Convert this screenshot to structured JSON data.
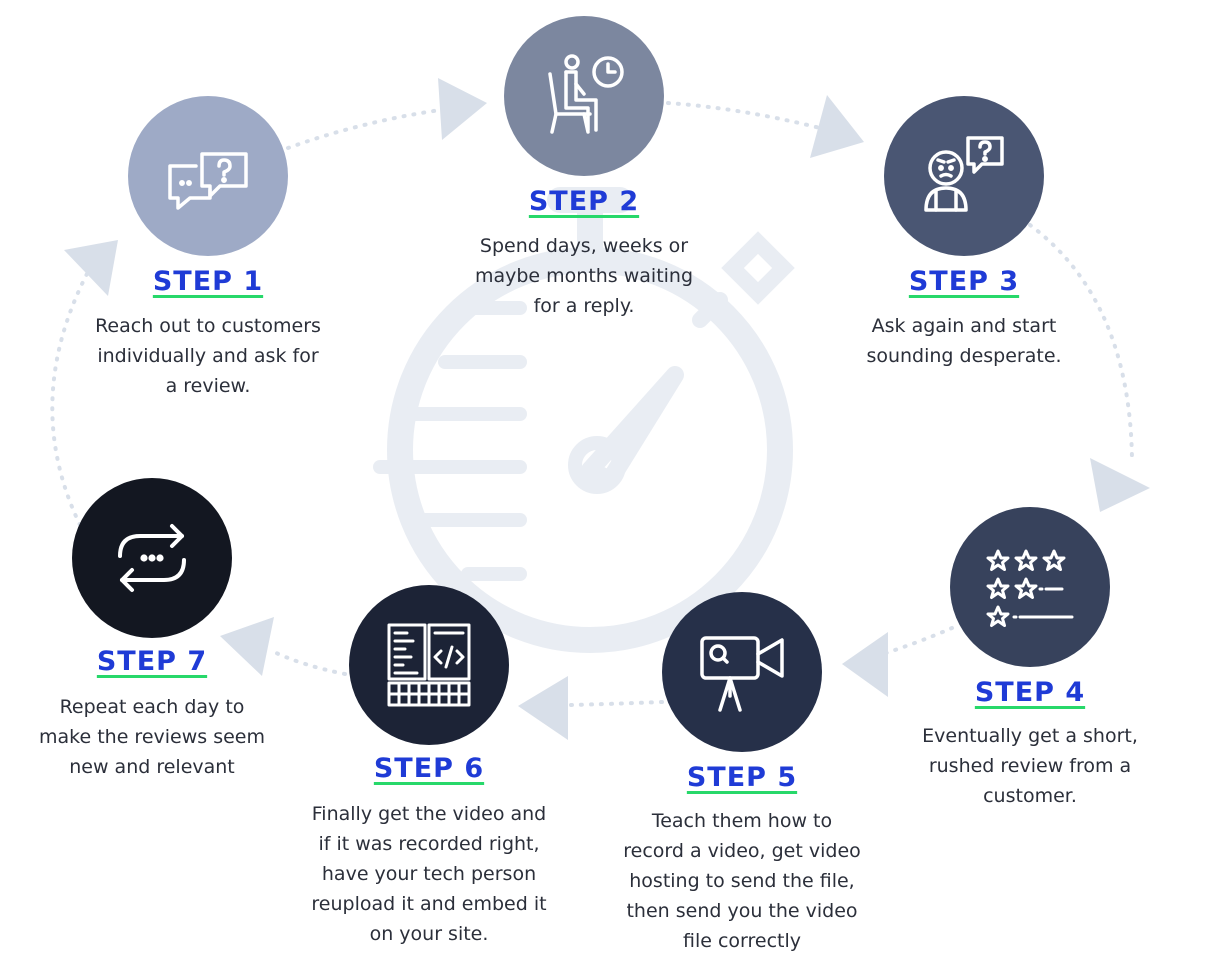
{
  "colors": {
    "step1": "#9eaac6",
    "step2": "#7c879f",
    "step3": "#4a5673",
    "step4": "#37425c",
    "step5": "#263049",
    "step6": "#1c2336",
    "step7": "#131721",
    "title": "#1f3bd6",
    "underline": "#27d86a",
    "path": "#d8dfe9",
    "watermark": "#e9edf3"
  },
  "steps": [
    {
      "title": "STEP 1",
      "desc": "Reach out to customers\nindividually and ask for\na review.",
      "icon": "chat-question-icon"
    },
    {
      "title": "STEP 2",
      "desc": "Spend days, weeks or\nmaybe months waiting\nfor a reply.",
      "icon": "person-waiting-clock-icon"
    },
    {
      "title": "STEP 3",
      "desc": "Ask again and start\nsounding desperate.",
      "icon": "confused-person-icon"
    },
    {
      "title": "STEP 4",
      "desc": "Eventually get a short,\nrushed review from a\ncustomer.",
      "icon": "star-rating-icon"
    },
    {
      "title": "STEP 5",
      "desc": "Teach them how to\nrecord a video, get video\nhosting to send the file,\nthen send you the video\nfile correctly",
      "icon": "video-camera-icon"
    },
    {
      "title": "STEP 6",
      "desc": "Finally get the video and\nif it was recorded right,\nhave your tech person\nreupload it and embed it\non your site.",
      "icon": "code-editor-keyboard-icon"
    },
    {
      "title": "STEP 7",
      "desc": "Repeat each day to\nmake the reviews seem\nnew and relevant",
      "icon": "repeat-arrows-icon"
    }
  ]
}
